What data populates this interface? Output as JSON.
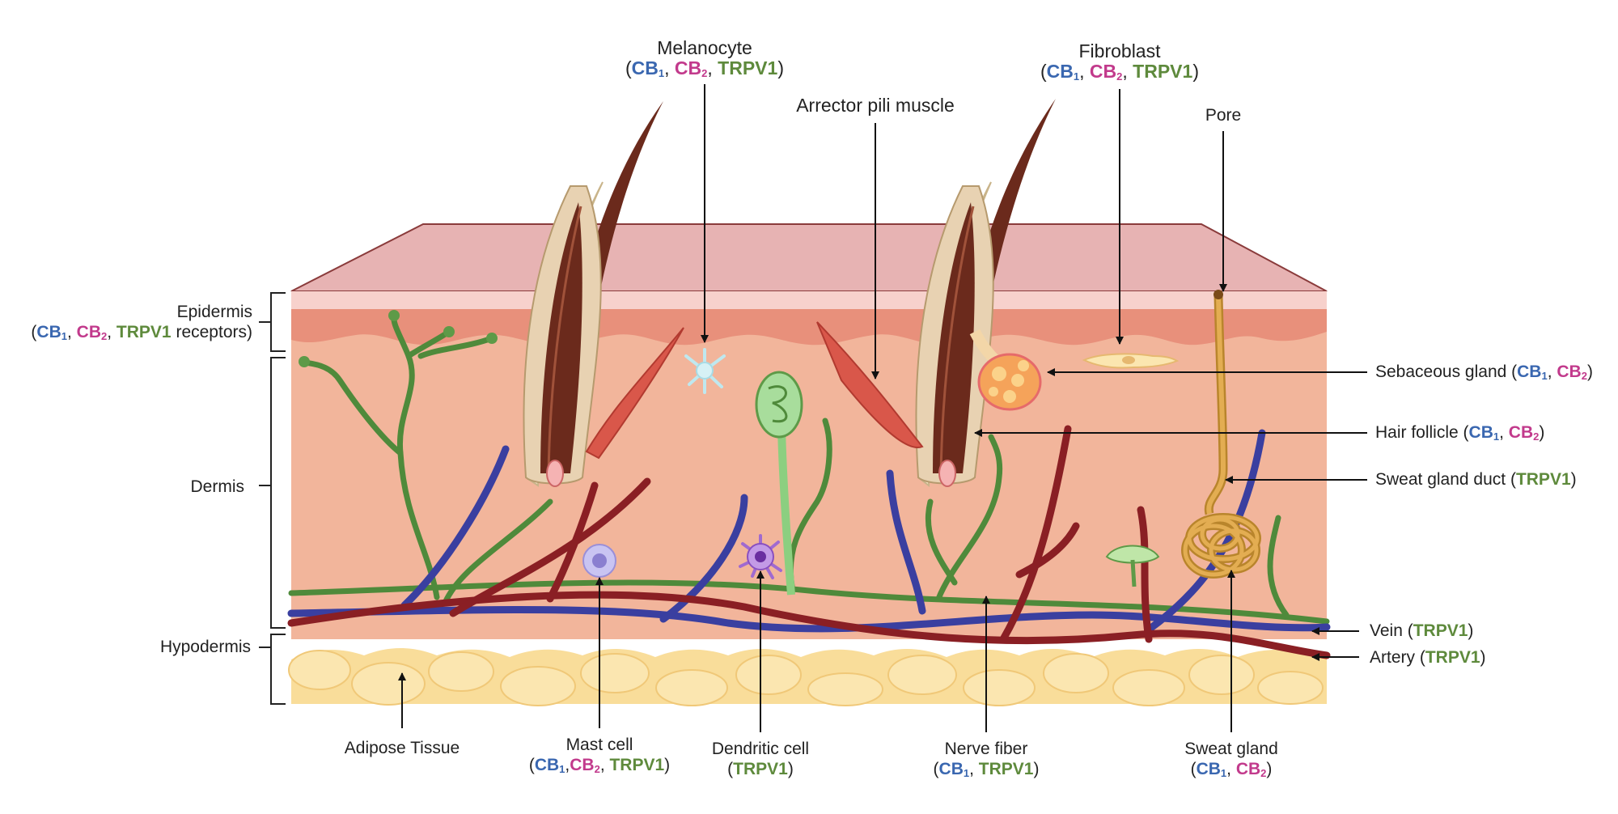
{
  "receptor_colors": {
    "CB1": "#3a67b0",
    "CB2": "#c23a8c",
    "TRPV1": "#5e8a3c"
  },
  "tags": {
    "cb": "CB",
    "one": "1",
    "two": "2",
    "trpv1": "TRPV1",
    "receptors": "receptors"
  },
  "layers": {
    "epidermis": "Epidermis",
    "dermis": "Dermis",
    "hypodermis": "Hypodermis"
  },
  "labels": {
    "melanocyte": "Melanocyte",
    "fibroblast": "Fibroblast",
    "arrector": "Arrector pili muscle",
    "pore": "Pore",
    "sebaceous": "Sebaceous gland",
    "hair_follicle": "Hair follicle",
    "sweat_duct": "Sweat gland duct",
    "vein": "Vein",
    "artery": "Artery",
    "adipose": "Adipose Tissue",
    "mast_cell": "Mast cell",
    "dendritic": "Dendritic cell",
    "nerve_fiber": "Nerve fiber",
    "sweat_gland": "Sweat gland"
  }
}
